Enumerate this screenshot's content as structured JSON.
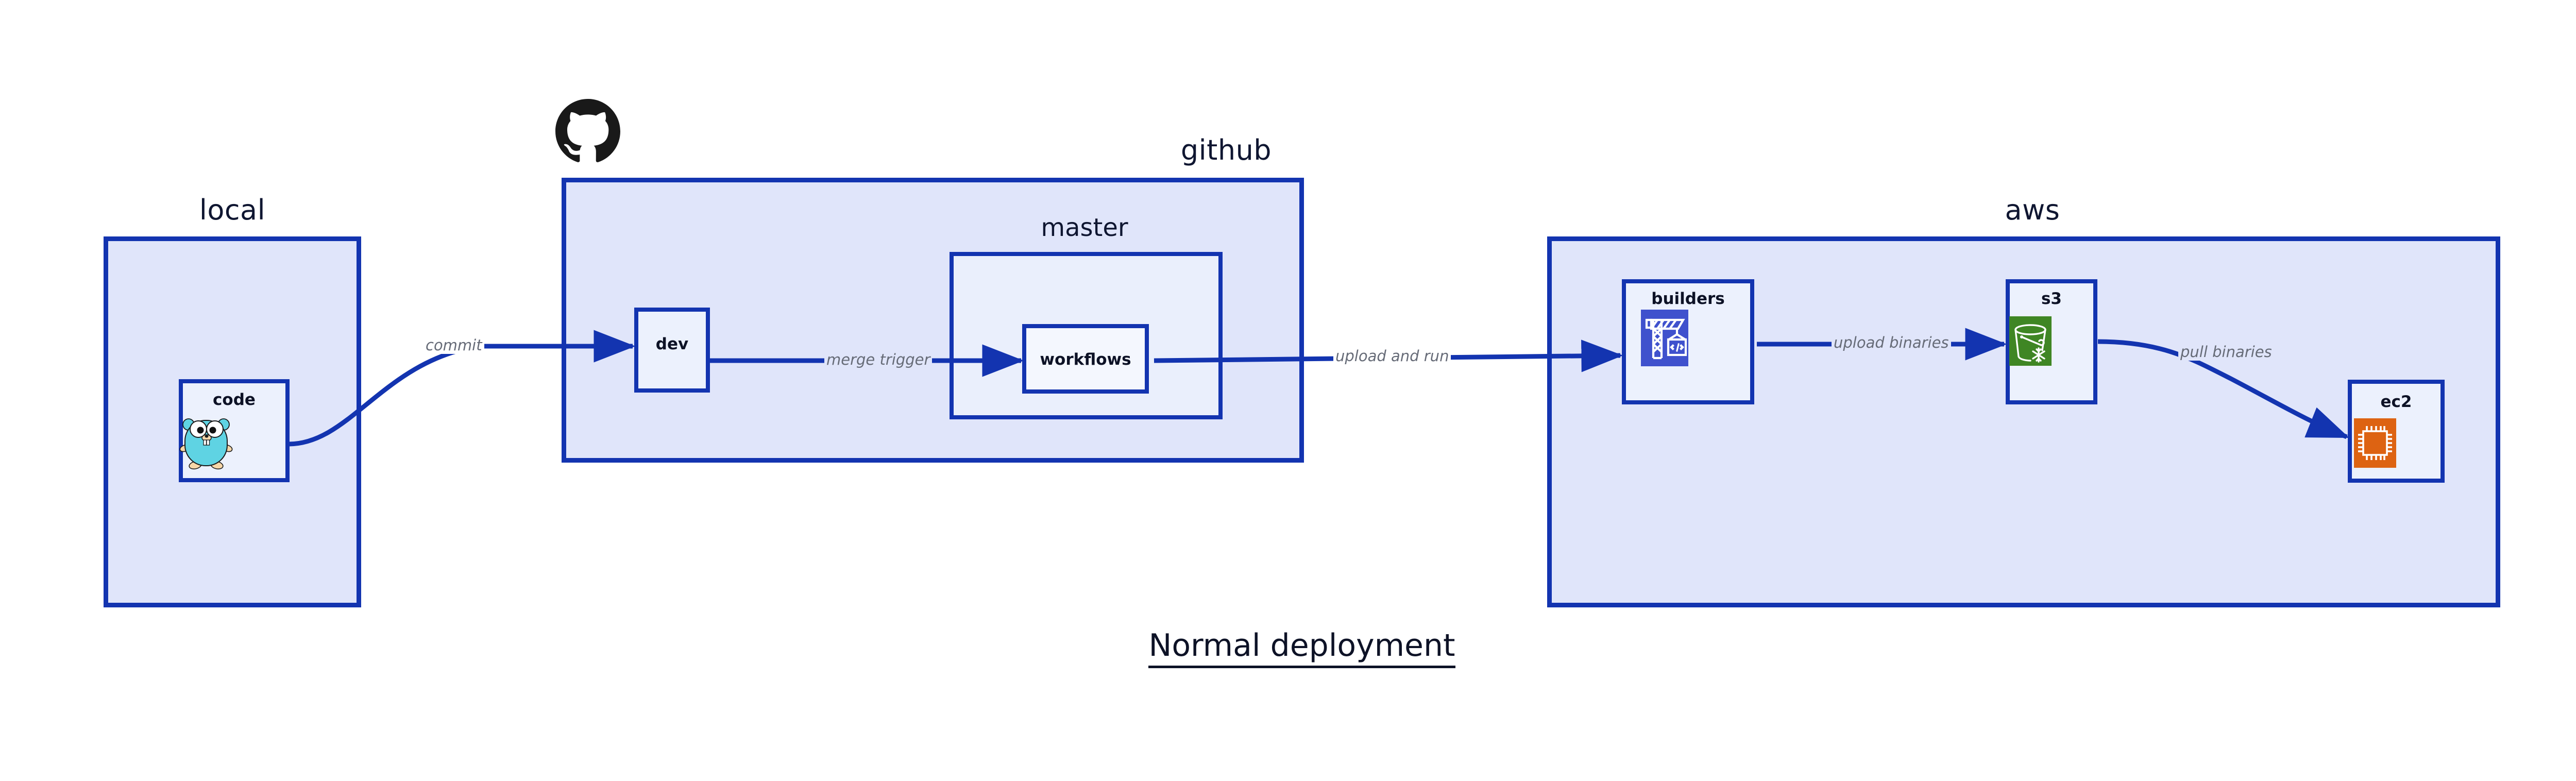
{
  "diagram": {
    "title": "Normal deployment",
    "colors": {
      "group_fill": "#e0e5fa",
      "subgroup_fill": "#eaeffc",
      "node_fill": "#ecf1fd",
      "border_blue": "#1334b0",
      "edge_blue": "#1334b0",
      "label_navy": "#0f1631",
      "edge_label_gray": "#666b77",
      "builders_icon_bg": "#3f51cd",
      "s3_icon_bg": "#3f8624",
      "ec2_icon_bg": "#dd6312",
      "go_gopher_cyan": "#5fd3e3",
      "github_black": "#191919",
      "page_background": "#ffffff"
    }
  },
  "groups": [
    {
      "id": "local",
      "label": "local",
      "nodes": [
        {
          "id": "code",
          "label": "code",
          "icon": "go-gopher-icon"
        }
      ]
    },
    {
      "id": "github",
      "label": "github",
      "logo": "github-octocat-icon",
      "nodes": [
        {
          "id": "dev",
          "label": "dev",
          "icon": null
        }
      ],
      "subgroups": [
        {
          "id": "master",
          "label": "master",
          "nodes": [
            {
              "id": "workflows",
              "label": "workflows",
              "icon": null
            }
          ]
        }
      ]
    },
    {
      "id": "aws",
      "label": "aws",
      "nodes": [
        {
          "id": "builders",
          "label": "builders",
          "icon": "aws-codebuild-crane-icon"
        },
        {
          "id": "s3",
          "label": "s3",
          "icon": "aws-s3-bucket-icon"
        },
        {
          "id": "ec2",
          "label": "ec2",
          "icon": "aws-ec2-chip-icon"
        }
      ]
    }
  ],
  "edges": [
    {
      "id": "code-to-dev",
      "from": "code",
      "to": "dev",
      "label": "commit",
      "style": "curved"
    },
    {
      "id": "dev-to-workflows",
      "from": "dev",
      "to": "workflows",
      "label": "merge trigger",
      "style": "straight"
    },
    {
      "id": "workflows-to-builders",
      "from": "workflows",
      "to": "builders",
      "label": "upload and run",
      "style": "straight"
    },
    {
      "id": "builders-to-s3",
      "from": "builders",
      "to": "s3",
      "label": "upload binaries",
      "style": "straight"
    },
    {
      "id": "s3-to-ec2",
      "from": "s3",
      "to": "ec2",
      "label": "pull binaries",
      "style": "curved"
    }
  ]
}
